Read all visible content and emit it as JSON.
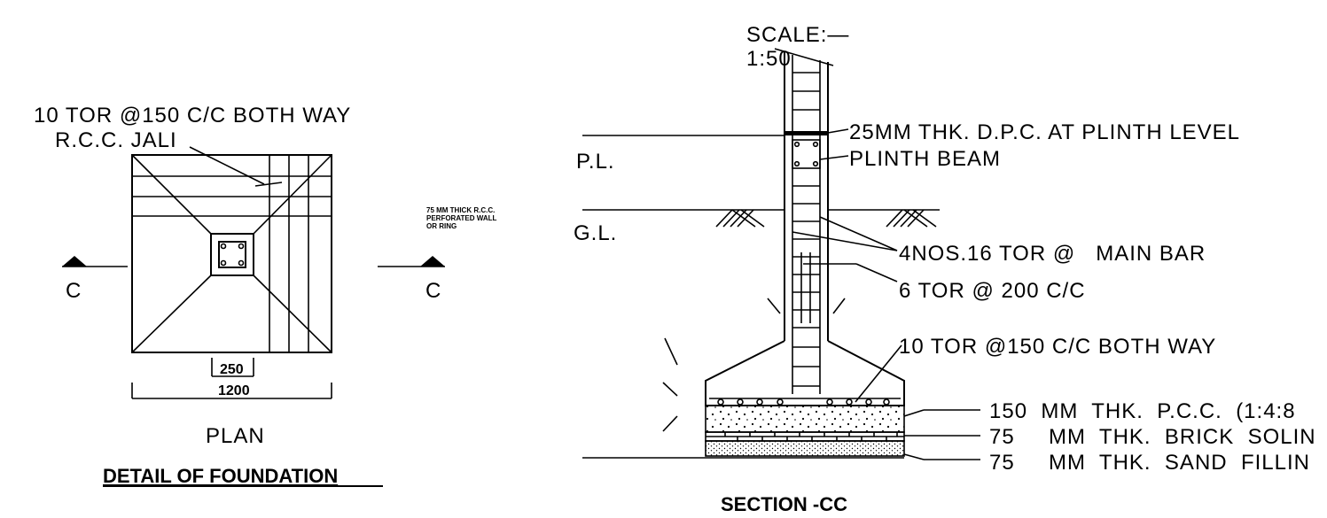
{
  "plan": {
    "rebar_note": "10 TOR @150 C/C BOTH WAY",
    "jali_note": "R.C.C. JALI",
    "dim_column": "250",
    "dim_footing": "1200",
    "plan_label": "PLAN",
    "section_mark_left": "C",
    "section_mark_right": "C",
    "title": "DETAIL OF FOUNDATION"
  },
  "side_note": {
    "line1": "75 MM THICK R.C.C.",
    "line2": "PERFORATED WALL",
    "line3": "OR RING"
  },
  "section": {
    "scale_label": "SCALE:—",
    "scale_value": "1:50",
    "pl_label": "P.L.",
    "gl_label": "G.L.",
    "dpc_note": "25MM THK. D.P.C. AT PLINTH LEVEL",
    "plinth_beam_note": "PLINTH BEAM",
    "main_bar_note": "4NOS.16 TOR @   MAIN BAR",
    "stirrup_note": "6 TOR @ 200 C/C",
    "footing_rebar_note": "10 TOR @150 C/C BOTH WAY",
    "pcc_note": "150  MM  THK.  P.C.C.  (1:4:8",
    "brick_note": "75     MM  THK.  BRICK  SOLIN",
    "sand_note": "75     MM  THK.  SAND  FILLIN",
    "title": "SECTION -CC"
  }
}
